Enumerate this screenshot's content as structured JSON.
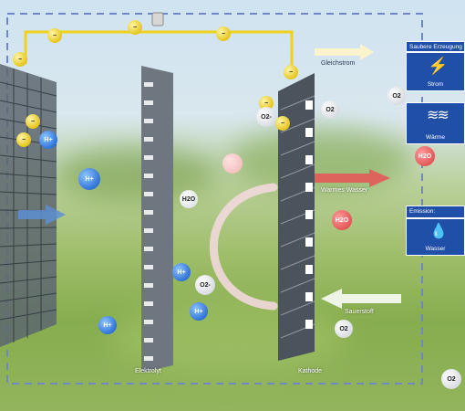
{
  "labels": {
    "gleichstrom": "Gleichstrom",
    "warmes_wasser": "Warmes Wasser",
    "sauerstoff": "Sauerstoff",
    "elektrolyt": "Elektrolyt",
    "kathode": "Kathode"
  },
  "panels": {
    "saubere_erzeugung": "Saubere Erzeugung",
    "strom": "Strom",
    "waerme": "Wärme",
    "emission": "Emission:",
    "wasser": "Wasser"
  },
  "molecules": {
    "h_plus": "H+",
    "o2_minus": "O2-",
    "electron": "−",
    "o2": "O2",
    "h2o": "H2O"
  },
  "colors": {
    "wire": "#f0d21e",
    "panel_blue": "#1f4fa6",
    "hplus_blue": "#2f73d8",
    "water_red": "#d93a3a",
    "dash_line": "#6f86c8"
  },
  "icons": [
    "lightning-icon",
    "heat-waves-icon",
    "water-drop-icon"
  ]
}
